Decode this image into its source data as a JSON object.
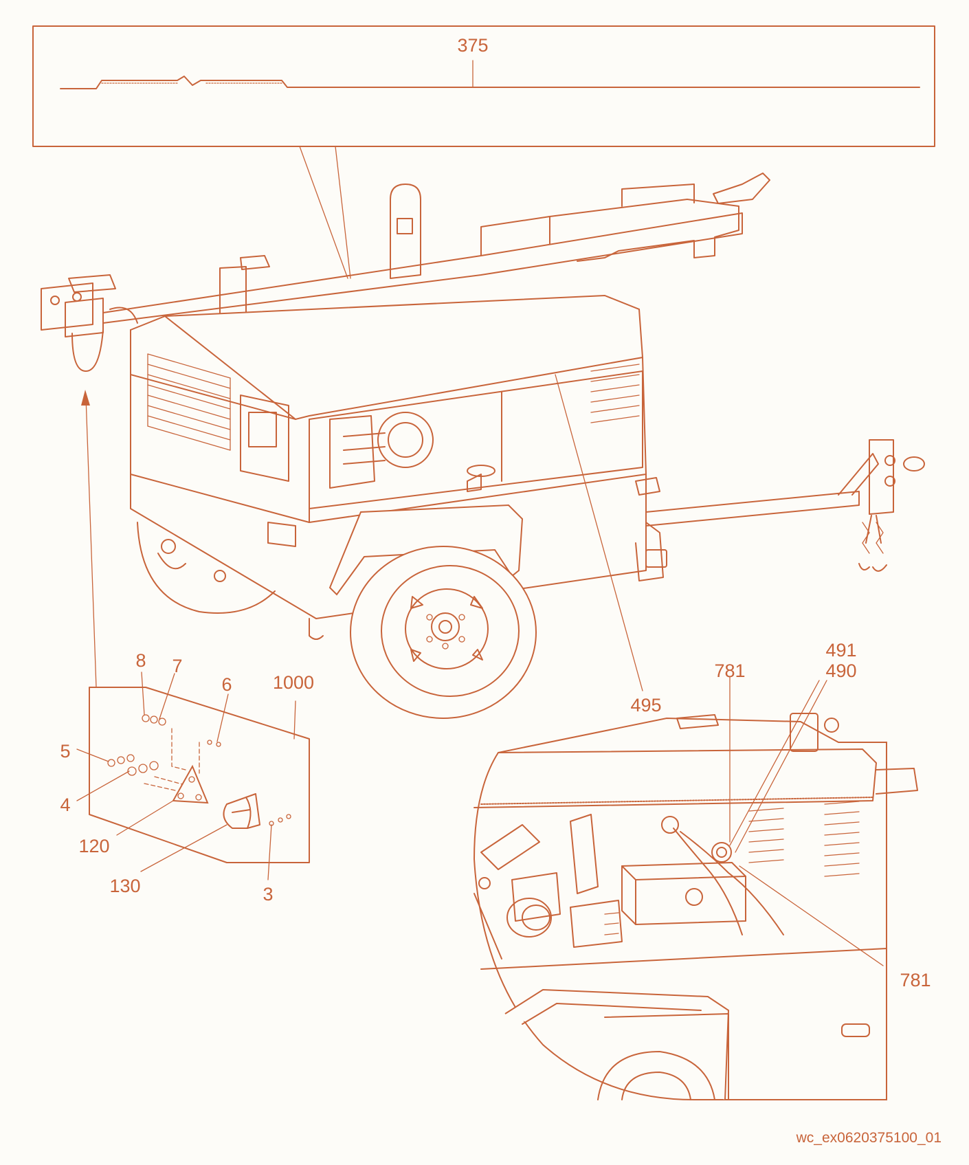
{
  "colors": {
    "ink": "#c8643a"
  },
  "labels": {
    "p375": "375",
    "p8": "8",
    "p7": "7",
    "p6": "6",
    "p1000": "1000",
    "p5": "5",
    "p4": "4",
    "p120": "120",
    "p130": "130",
    "p3": "3",
    "p495": "495",
    "p781a": "781",
    "p491": "491",
    "p490": "490",
    "p781b": "781"
  },
  "figure_code": "wc_ex0620375100_01"
}
